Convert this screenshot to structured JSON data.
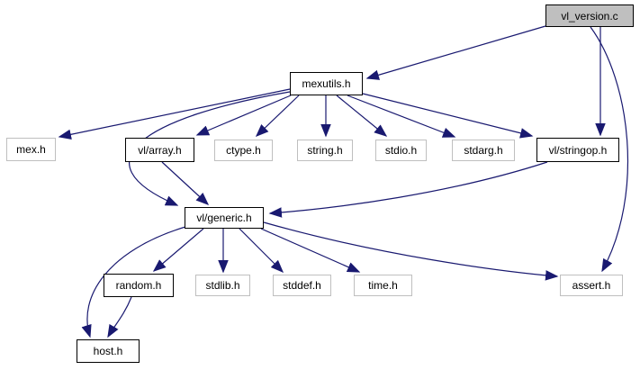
{
  "diagram": {
    "kind": "include-dependency-graph",
    "edge_color": "#191970",
    "node_fill": "#ffffff",
    "selected_node_fill": "#bfbfbf",
    "internal_border_color": "#000000",
    "external_border_color": "#bfbfbf",
    "nodes": {
      "vl_version": {
        "label": "vl_version.c",
        "kind": "selected"
      },
      "mexutils": {
        "label": "mexutils.h",
        "kind": "internal"
      },
      "mex": {
        "label": "mex.h",
        "kind": "external"
      },
      "vl_array": {
        "label": "vl/array.h",
        "kind": "internal"
      },
      "ctype": {
        "label": "ctype.h",
        "kind": "external"
      },
      "string": {
        "label": "string.h",
        "kind": "external"
      },
      "stdio": {
        "label": "stdio.h",
        "kind": "external"
      },
      "stdarg": {
        "label": "stdarg.h",
        "kind": "external"
      },
      "vl_stringop": {
        "label": "vl/stringop.h",
        "kind": "internal"
      },
      "vl_generic": {
        "label": "vl/generic.h",
        "kind": "internal"
      },
      "random": {
        "label": "random.h",
        "kind": "internal"
      },
      "stdlib": {
        "label": "stdlib.h",
        "kind": "external"
      },
      "stddef": {
        "label": "stddef.h",
        "kind": "external"
      },
      "time": {
        "label": "time.h",
        "kind": "external"
      },
      "assert": {
        "label": "assert.h",
        "kind": "external"
      },
      "host": {
        "label": "host.h",
        "kind": "internal"
      }
    },
    "edges": [
      {
        "from": "vl_version.c",
        "to": "mexutils.h"
      },
      {
        "from": "vl_version.c",
        "to": "vl/stringop.h"
      },
      {
        "from": "vl_version.c",
        "to": "assert.h"
      },
      {
        "from": "mexutils.h",
        "to": "mex.h"
      },
      {
        "from": "mexutils.h",
        "to": "vl/array.h"
      },
      {
        "from": "mexutils.h",
        "to": "ctype.h"
      },
      {
        "from": "mexutils.h",
        "to": "string.h"
      },
      {
        "from": "mexutils.h",
        "to": "stdio.h"
      },
      {
        "from": "mexutils.h",
        "to": "stdarg.h"
      },
      {
        "from": "mexutils.h",
        "to": "vl/stringop.h"
      },
      {
        "from": "mexutils.h",
        "to": "vl/generic.h"
      },
      {
        "from": "vl/array.h",
        "to": "vl/generic.h"
      },
      {
        "from": "vl/stringop.h",
        "to": "vl/generic.h"
      },
      {
        "from": "vl/generic.h",
        "to": "random.h"
      },
      {
        "from": "vl/generic.h",
        "to": "stdlib.h"
      },
      {
        "from": "vl/generic.h",
        "to": "stddef.h"
      },
      {
        "from": "vl/generic.h",
        "to": "time.h"
      },
      {
        "from": "vl/generic.h",
        "to": "assert.h"
      },
      {
        "from": "vl/generic.h",
        "to": "host.h"
      },
      {
        "from": "random.h",
        "to": "host.h"
      }
    ]
  }
}
